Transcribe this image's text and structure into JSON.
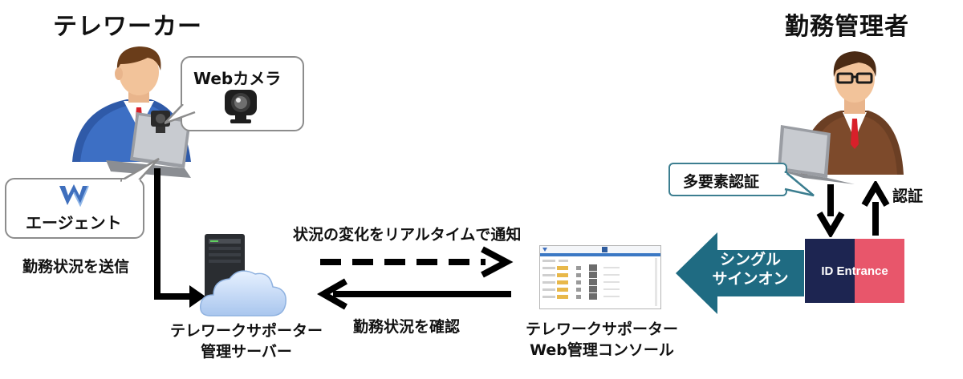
{
  "left_actor": {
    "title": "テレワーカー"
  },
  "right_actor": {
    "title": "勤務管理者"
  },
  "webcam_bubble": {
    "label": "Webカメラ"
  },
  "agent_bubble": {
    "label": "エージェント"
  },
  "mfa_bubble": {
    "label": "多要素認証"
  },
  "auth_label": "認証",
  "send_status_label": "勤務状況を送信",
  "realtime_notify_label": "状況の変化をリアルタイムで通知",
  "confirm_status_label": "勤務状況を確認",
  "sso_arrow": {
    "line1": "シングル",
    "line2": "サインオン",
    "color": "#1f6b82"
  },
  "id_entrance": {
    "label": "ID Entrance",
    "left_color": "#1d2551",
    "right_color": "#e8566b"
  },
  "server": {
    "line1": "テレワークサポーター",
    "line2": "管理サーバー"
  },
  "console": {
    "line1": "テレワークサポーター",
    "line2": "Web管理コンソール"
  },
  "icons": [
    "worker-person-icon",
    "laptop-icon",
    "webcam-icon",
    "agent-logo-icon",
    "manager-person-icon",
    "server-icon",
    "cloud-icon",
    "console-screenshot-icon"
  ]
}
